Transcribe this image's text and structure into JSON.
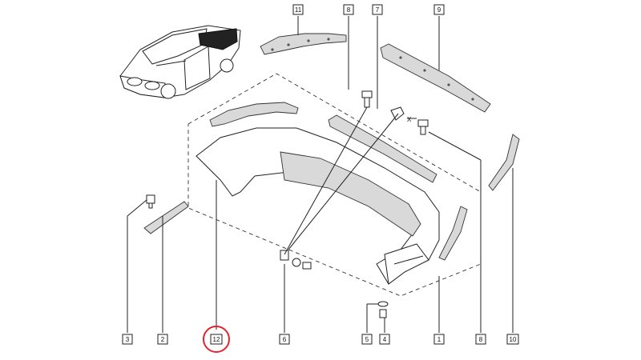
{
  "diagram": {
    "x_marker": "X",
    "highlight_color": "#e0262c",
    "callouts": [
      {
        "id": "c1",
        "label": "1"
      },
      {
        "id": "c2",
        "label": "2"
      },
      {
        "id": "c3",
        "label": "3"
      },
      {
        "id": "c4",
        "label": "4"
      },
      {
        "id": "c5",
        "label": "5"
      },
      {
        "id": "c6",
        "label": "6"
      },
      {
        "id": "c7",
        "label": "7"
      },
      {
        "id": "c8",
        "label": "8"
      },
      {
        "id": "c8b",
        "label": "8"
      },
      {
        "id": "c9",
        "label": "9"
      },
      {
        "id": "c10",
        "label": "10"
      },
      {
        "id": "c11",
        "label": "11"
      },
      {
        "id": "c12",
        "label": "12",
        "highlighted": true
      }
    ]
  }
}
